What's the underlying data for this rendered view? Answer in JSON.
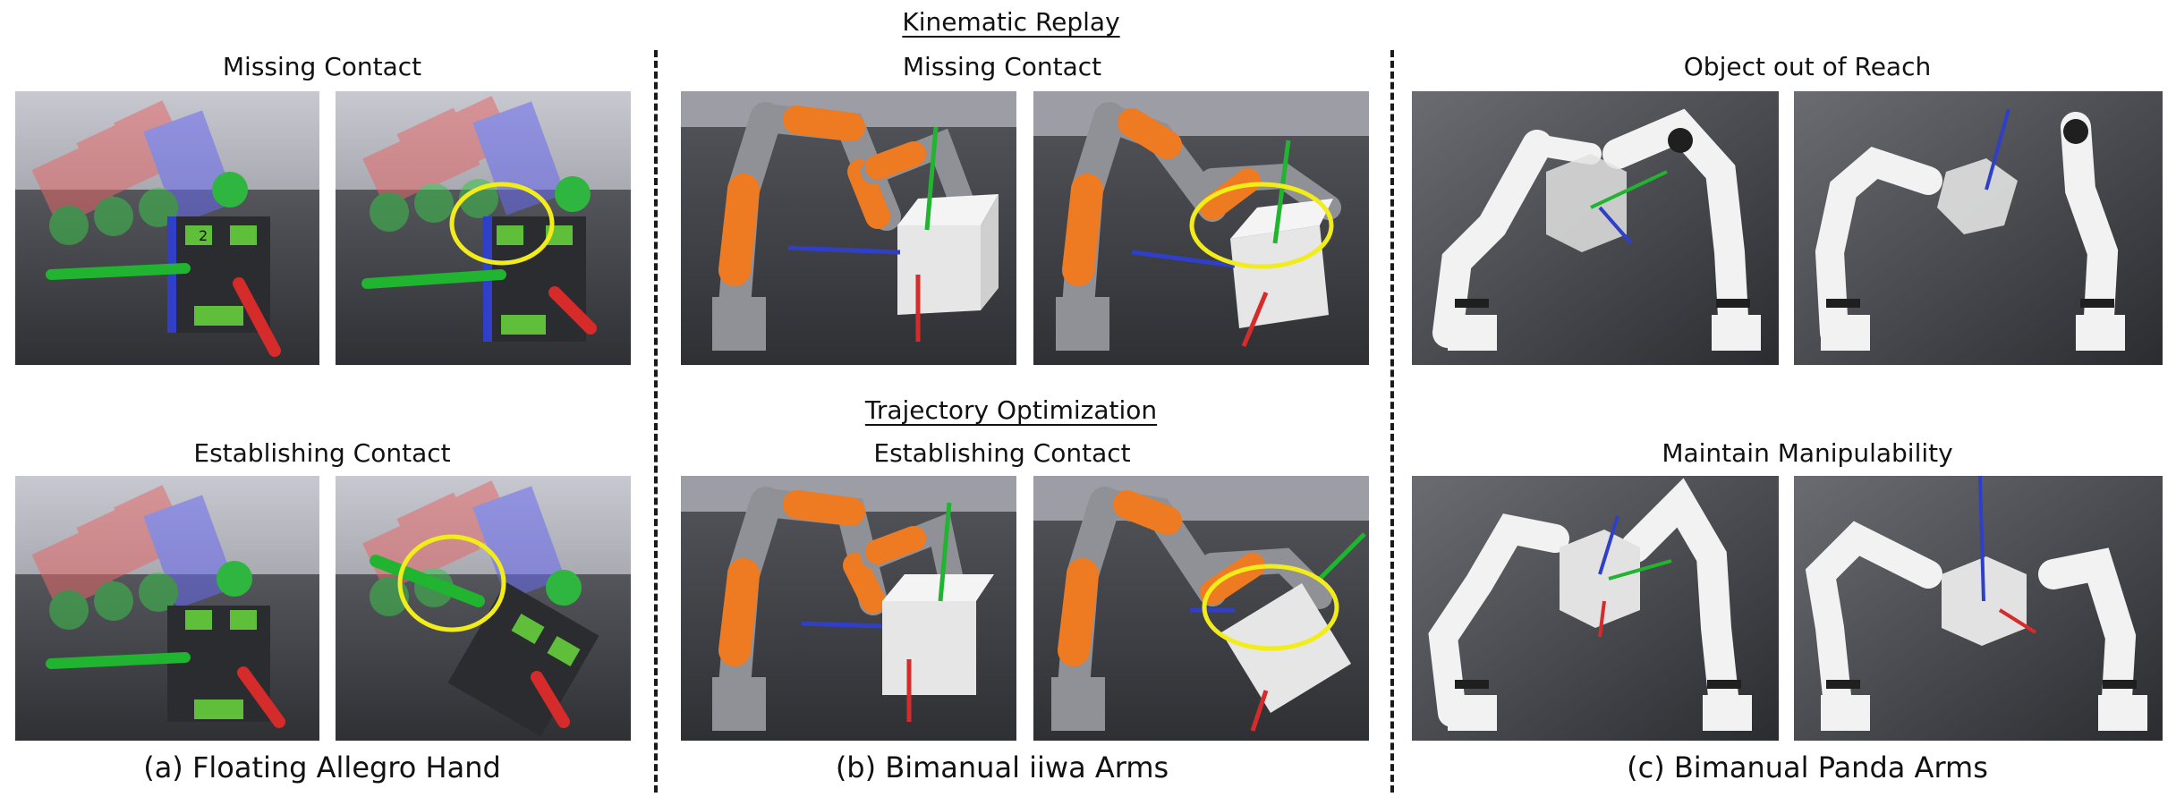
{
  "colors": {
    "sky": "#b9bac2",
    "floor": "#404246",
    "orange": "#ee7a22",
    "gray_link": "#8f9196",
    "white_link": "#f2f2f2",
    "highlight": "#f2ec1b",
    "axis_red": "#d62b2b",
    "axis_green": "#21b431",
    "axis_blue": "#2f3fc8"
  },
  "headers": {
    "kinematic_replay": "Kinematic Replay",
    "trajectory_optimization": "Trajectory Optimization"
  },
  "sections": {
    "allegro": {
      "caption": "(a) Floating Allegro Hand",
      "top_label": "Missing Contact",
      "bottom_label": "Establishing Contact",
      "cube_label": "2"
    },
    "iiwa": {
      "caption": "(b) Bimanual iiwa Arms",
      "top_label": "Missing Contact",
      "bottom_label": "Establishing Contact"
    },
    "panda": {
      "caption": "(c) Bimanual Panda Arms",
      "top_label": "Object out of Reach",
      "bottom_label": "Maintain Manipulability"
    }
  }
}
